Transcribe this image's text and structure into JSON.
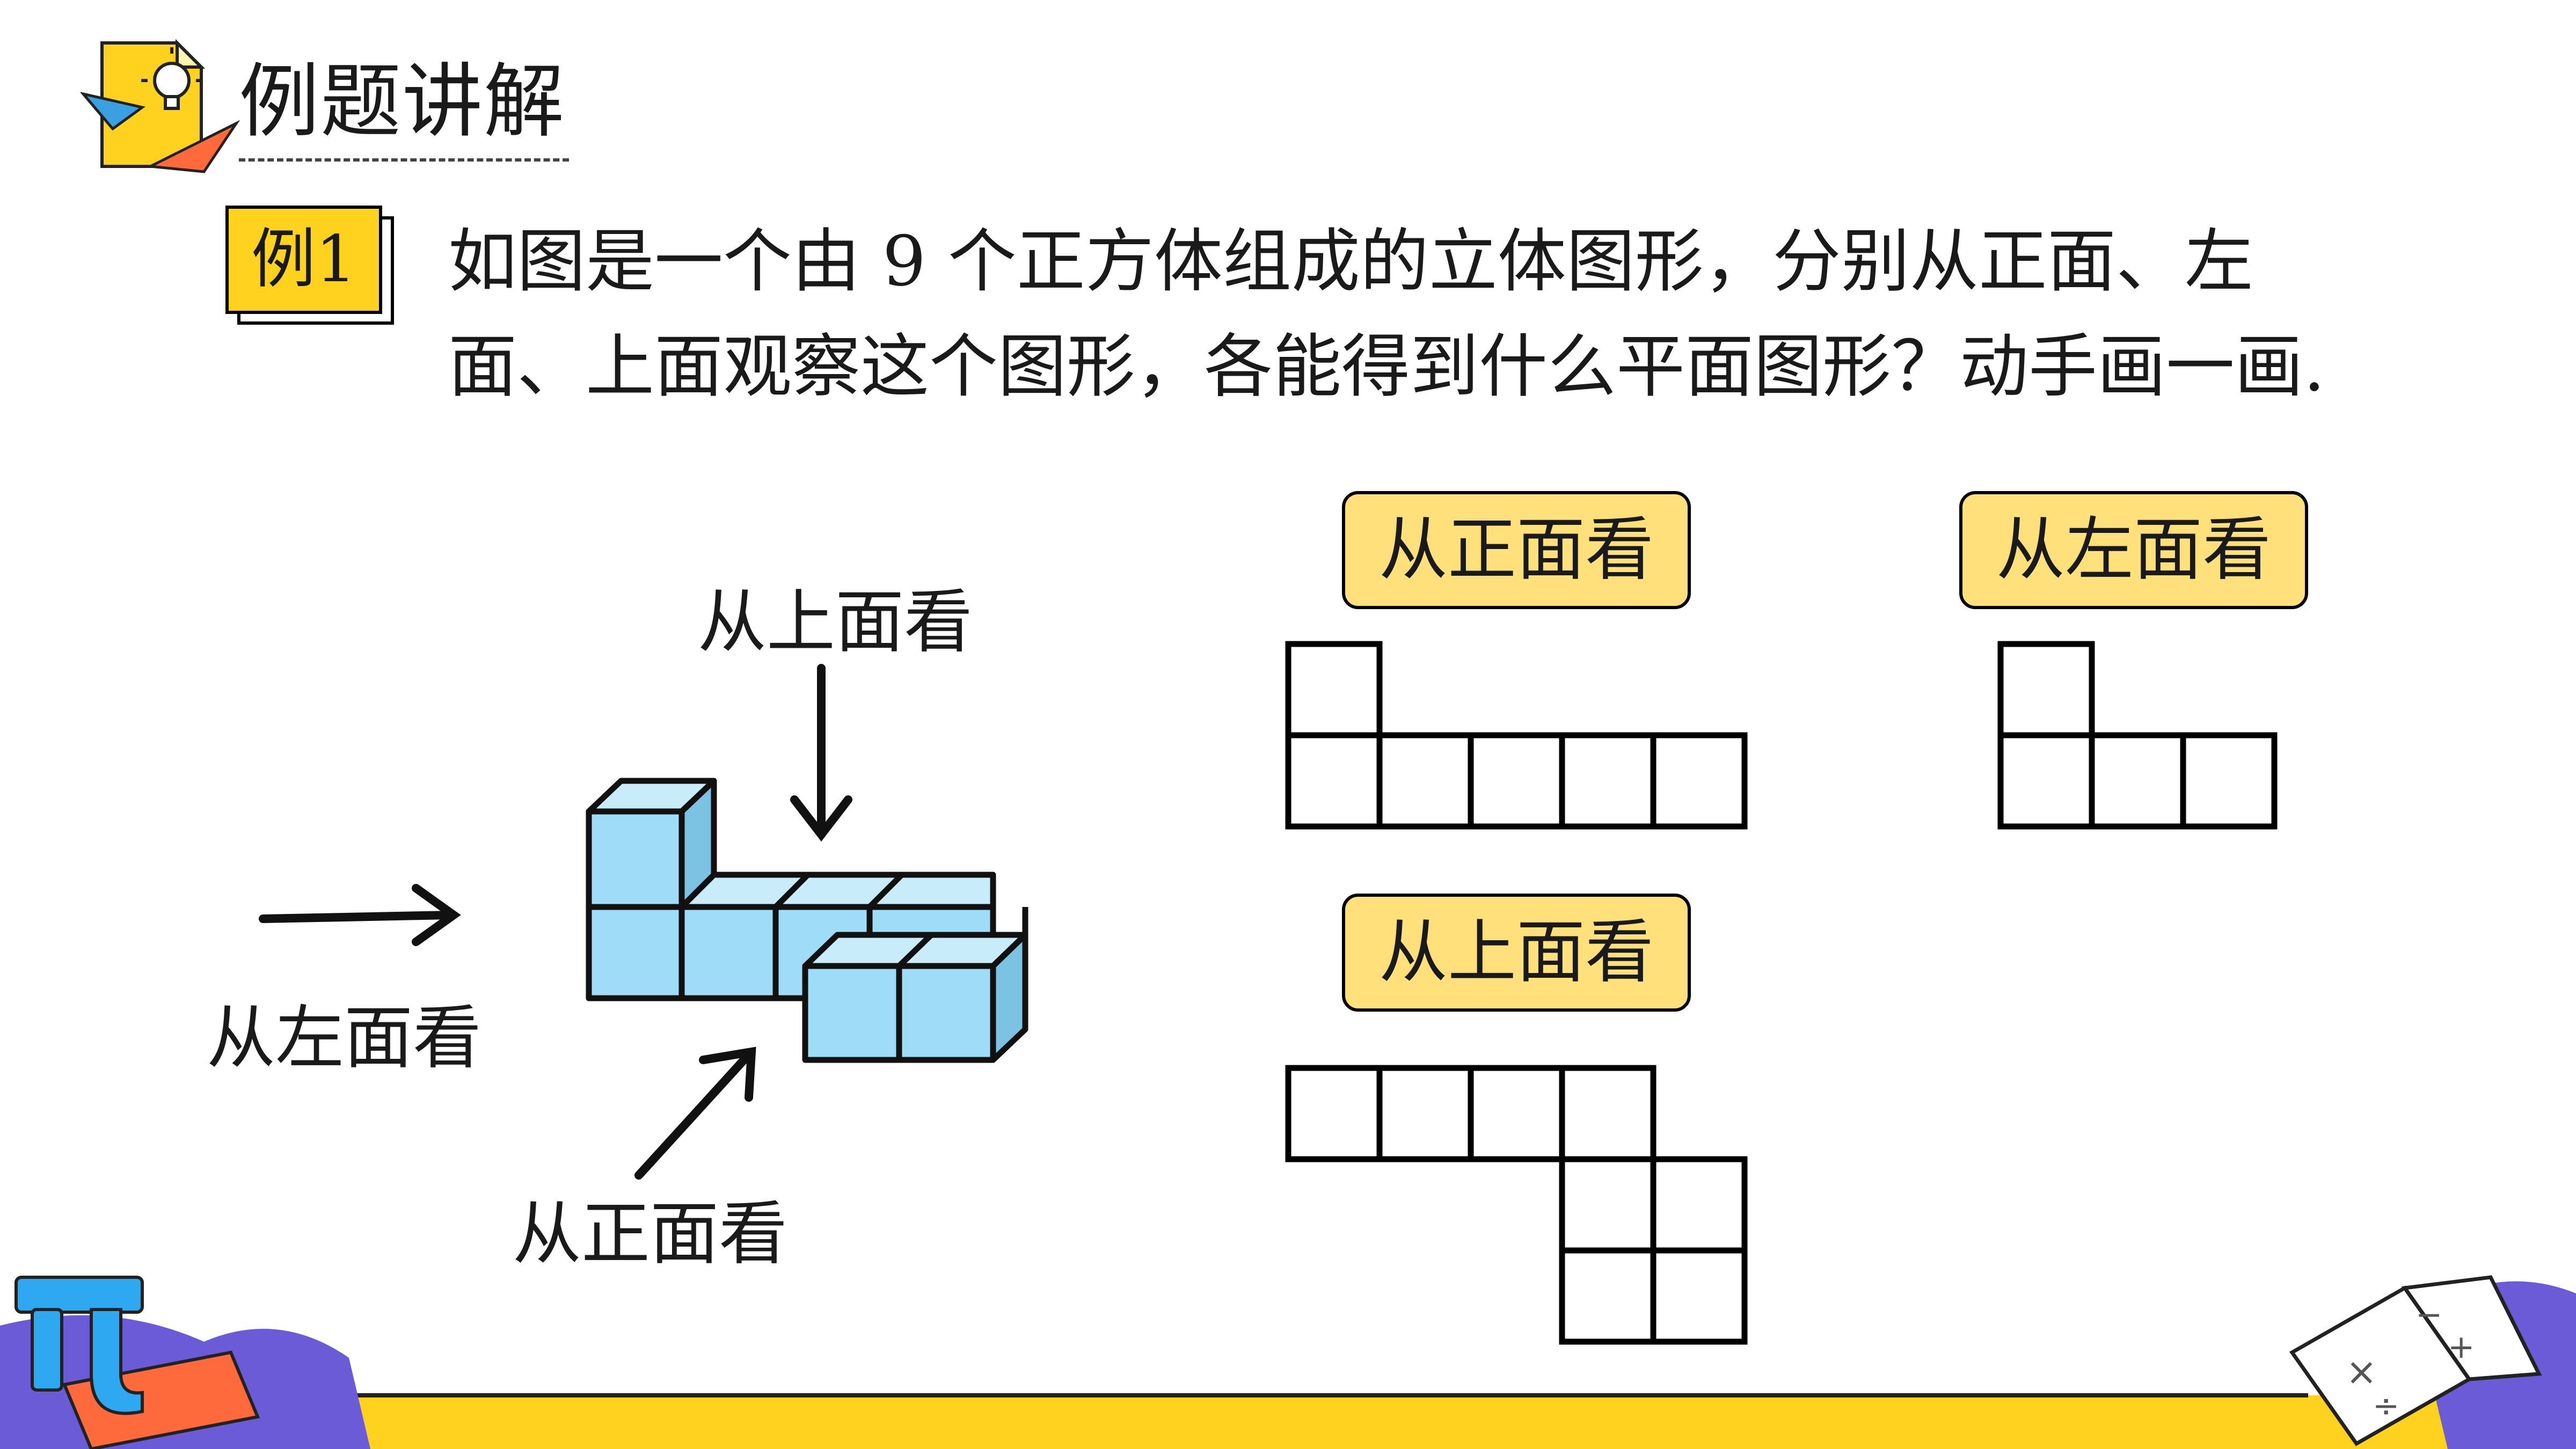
{
  "header": {
    "title": "例题讲解"
  },
  "example": {
    "badge": "例1",
    "problem_text": "如图是一个由 9 个正方体组成的立体图形，分别从正面、左面、上面观察这个图形，各能得到什么平面图形？动手画一画."
  },
  "figure": {
    "label_top": "从上面看",
    "label_left": "从左面看",
    "label_front": "从正面看"
  },
  "views": {
    "front_label": "从正面看",
    "left_label": "从左面看",
    "top_label": "从上面看"
  },
  "colors": {
    "accent_yellow": "#ffd21f",
    "pill_yellow": "#ffe07a",
    "cube_blue": "#9fdcf7",
    "bottom_band": "#ffd21f",
    "decor_purple": "#6b5bd6"
  },
  "icons": [
    "lightbulb-document-icon",
    "paper-plane-icon",
    "pi-icon",
    "open-book-icon"
  ]
}
